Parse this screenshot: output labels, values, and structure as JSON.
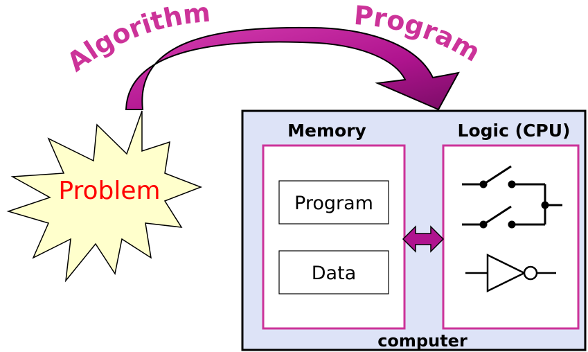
{
  "labels": {
    "algorithm": "Algorithm",
    "program_arrow": "Program",
    "problem": "Problem",
    "memory": "Memory",
    "logic": "Logic (CPU)",
    "program_box": "Program",
    "data_box": "Data",
    "computer": "computer"
  },
  "colors": {
    "accent": "#cc3399",
    "arrow_fill": "#b0148f",
    "problem_text": "#ff0000",
    "starburst_fill": "#ffffcc",
    "computer_fill": "#dde3f7"
  },
  "icons": [
    "starburst",
    "curved-arrow",
    "double-arrow",
    "switch-circuit",
    "not-gate"
  ]
}
